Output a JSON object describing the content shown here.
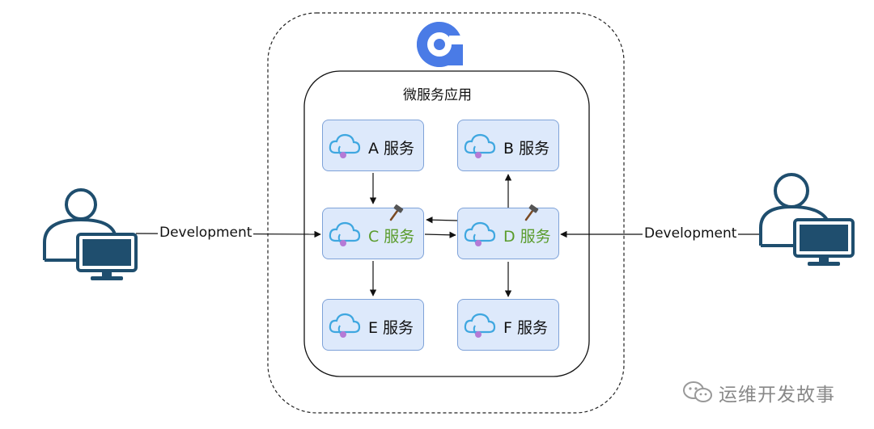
{
  "app_title": "微服务应用",
  "services": [
    {
      "id": "a",
      "label": "A 服务",
      "active": false
    },
    {
      "id": "b",
      "label": "B 服务",
      "active": false
    },
    {
      "id": "c",
      "label": "C 服务",
      "active": true
    },
    {
      "id": "d",
      "label": "D 服务",
      "active": true
    },
    {
      "id": "e",
      "label": "E 服务",
      "active": false
    },
    {
      "id": "f",
      "label": "F 服务",
      "active": false
    }
  ],
  "developers": {
    "left_label": "Development",
    "right_label": "Development"
  },
  "icons": {
    "logo": "nocalhost-logo-icon",
    "service": "cloud-service-icon",
    "developer": "developer-computer-icon",
    "tool": "hammer-icon",
    "watermark": "wechat-icon"
  },
  "watermark_text": "运维开发故事",
  "colors": {
    "logo_blue": "#4a7be6",
    "service_fill": "#dde9fb",
    "service_border": "#7ea2d8",
    "active_label": "#5a9c2c",
    "developer_blue": "#1f4e6e"
  }
}
